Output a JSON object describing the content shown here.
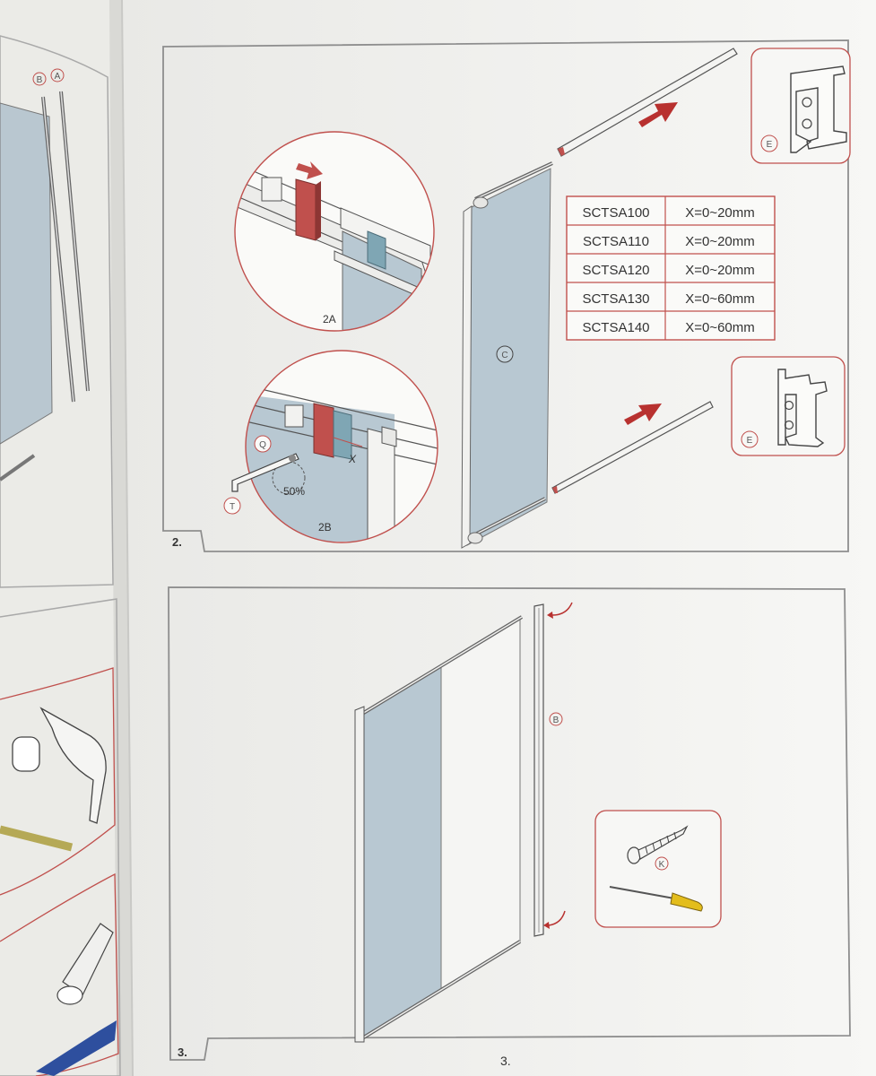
{
  "step2": {
    "number": "2.",
    "detail_a": "2A",
    "detail_b": "2B",
    "percent": "50%",
    "part_q": "Q",
    "part_t": "T",
    "part_c": "C",
    "part_e_top": "E",
    "part_e_bottom": "E",
    "part_x": "X",
    "table": {
      "rows": [
        {
          "model": "SCTSA100",
          "range": "X=0~20mm"
        },
        {
          "model": "SCTSA110",
          "range": "X=0~20mm"
        },
        {
          "model": "SCTSA120",
          "range": "X=0~20mm"
        },
        {
          "model": "SCTSA130",
          "range": "X=0~60mm"
        },
        {
          "model": "SCTSA140",
          "range": "X=0~60mm"
        }
      ]
    }
  },
  "step3": {
    "number": "3.",
    "part_b": "B",
    "part_k": "K"
  },
  "left_page": {
    "part_b": "B",
    "part_a": "A"
  },
  "page_number": "3.",
  "colors": {
    "accent_red": "#c0504d",
    "arrow_red": "#b8312f",
    "glass": "#b8c8d2",
    "bracket_blue": "#7fa6b4",
    "paper": "#f4f4f2",
    "frame": "#8a8a8a"
  }
}
